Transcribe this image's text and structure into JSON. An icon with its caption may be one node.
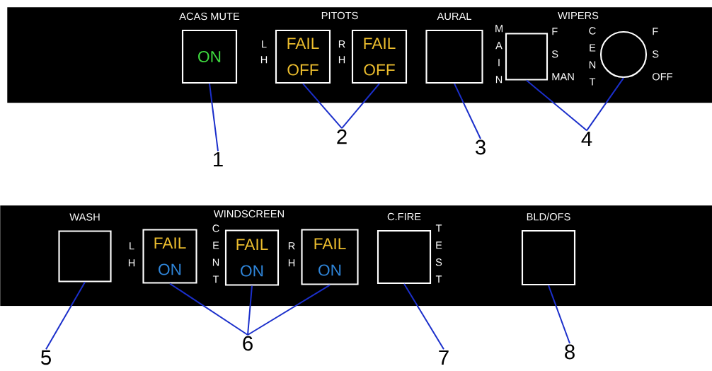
{
  "diagram": {
    "nodes": [
      {
        "text": [],
        "shape": "bar"
      },
      {
        "text": [
          "ACAS MUTE",
          "ON"
        ],
        "in": 0
      },
      {
        "text": [
          "FAIL",
          "OFF"
        ],
        "beside": [
          "L H"
        ],
        "in": 0
      },
      {
        "text": [
          "FAIL",
          "OFF"
        ],
        "beside": [
          "R H"
        ],
        "in": 0
      },
      {
        "text": [
          "AURAL"
        ],
        "in": 0
      },
      {
        "text": [],
        "shape": "box",
        "beside": [
          "M A I N",
          "F S MAN"
        ],
        "in": 0
      },
      {
        "text": [],
        "shape": "circle",
        "beside": [
          "C E N T",
          "F S OFF"
        ],
        "in": 0
      },
      {
        "text": [
          "1"
        ]
      },
      {
        "text": [
          "2"
        ]
      },
      {
        "text": [
          "3"
        ]
      },
      {
        "text": [
          "4"
        ]
      },
      {
        "text": [],
        "shape": "bar"
      },
      {
        "text": [
          "WASH"
        ],
        "in": 11
      },
      {
        "text": [
          "FAIL",
          "ON"
        ],
        "beside": [
          "L H"
        ],
        "in": 11
      },
      {
        "text": [
          "FAIL",
          "ON"
        ],
        "beside": [
          "C E N T"
        ],
        "in": 11
      },
      {
        "text": [
          "FAIL",
          "ON"
        ],
        "beside": [
          "R H"
        ],
        "in": 11
      },
      {
        "text": [
          "C.FIRE"
        ],
        "beside": [
          "T E S T"
        ],
        "in": 11
      },
      {
        "text": [
          "BLD/OFS"
        ],
        "in": 11
      },
      {
        "text": [
          "5"
        ]
      },
      {
        "text": [
          "6"
        ]
      },
      {
        "text": [
          "7"
        ]
      },
      {
        "text": [
          "8"
        ]
      }
    ],
    "edges": [
      {
        "from": 7,
        "to": 1,
        "arrow": "none"
      },
      {
        "from": 8,
        "to": 2,
        "arrow": "none"
      },
      {
        "from": 8,
        "to": 3,
        "arrow": "none"
      },
      {
        "from": 9,
        "to": 4,
        "arrow": "none"
      },
      {
        "from": 10,
        "to": 5,
        "arrow": "none"
      },
      {
        "from": 10,
        "to": 6,
        "arrow": "none"
      },
      {
        "from": 18,
        "to": 12,
        "arrow": "none"
      },
      {
        "from": 19,
        "to": 13,
        "arrow": "none"
      },
      {
        "from": 19,
        "to": 14,
        "arrow": "none"
      },
      {
        "from": 19,
        "to": 15,
        "arrow": "none"
      },
      {
        "from": 20,
        "to": 16,
        "arrow": "none"
      },
      {
        "from": 21,
        "to": 17,
        "arrow": "none"
      }
    ],
    "labels": [
      "PITOTS",
      "WIPERS",
      "WINDSCREEN"
    ]
  }
}
